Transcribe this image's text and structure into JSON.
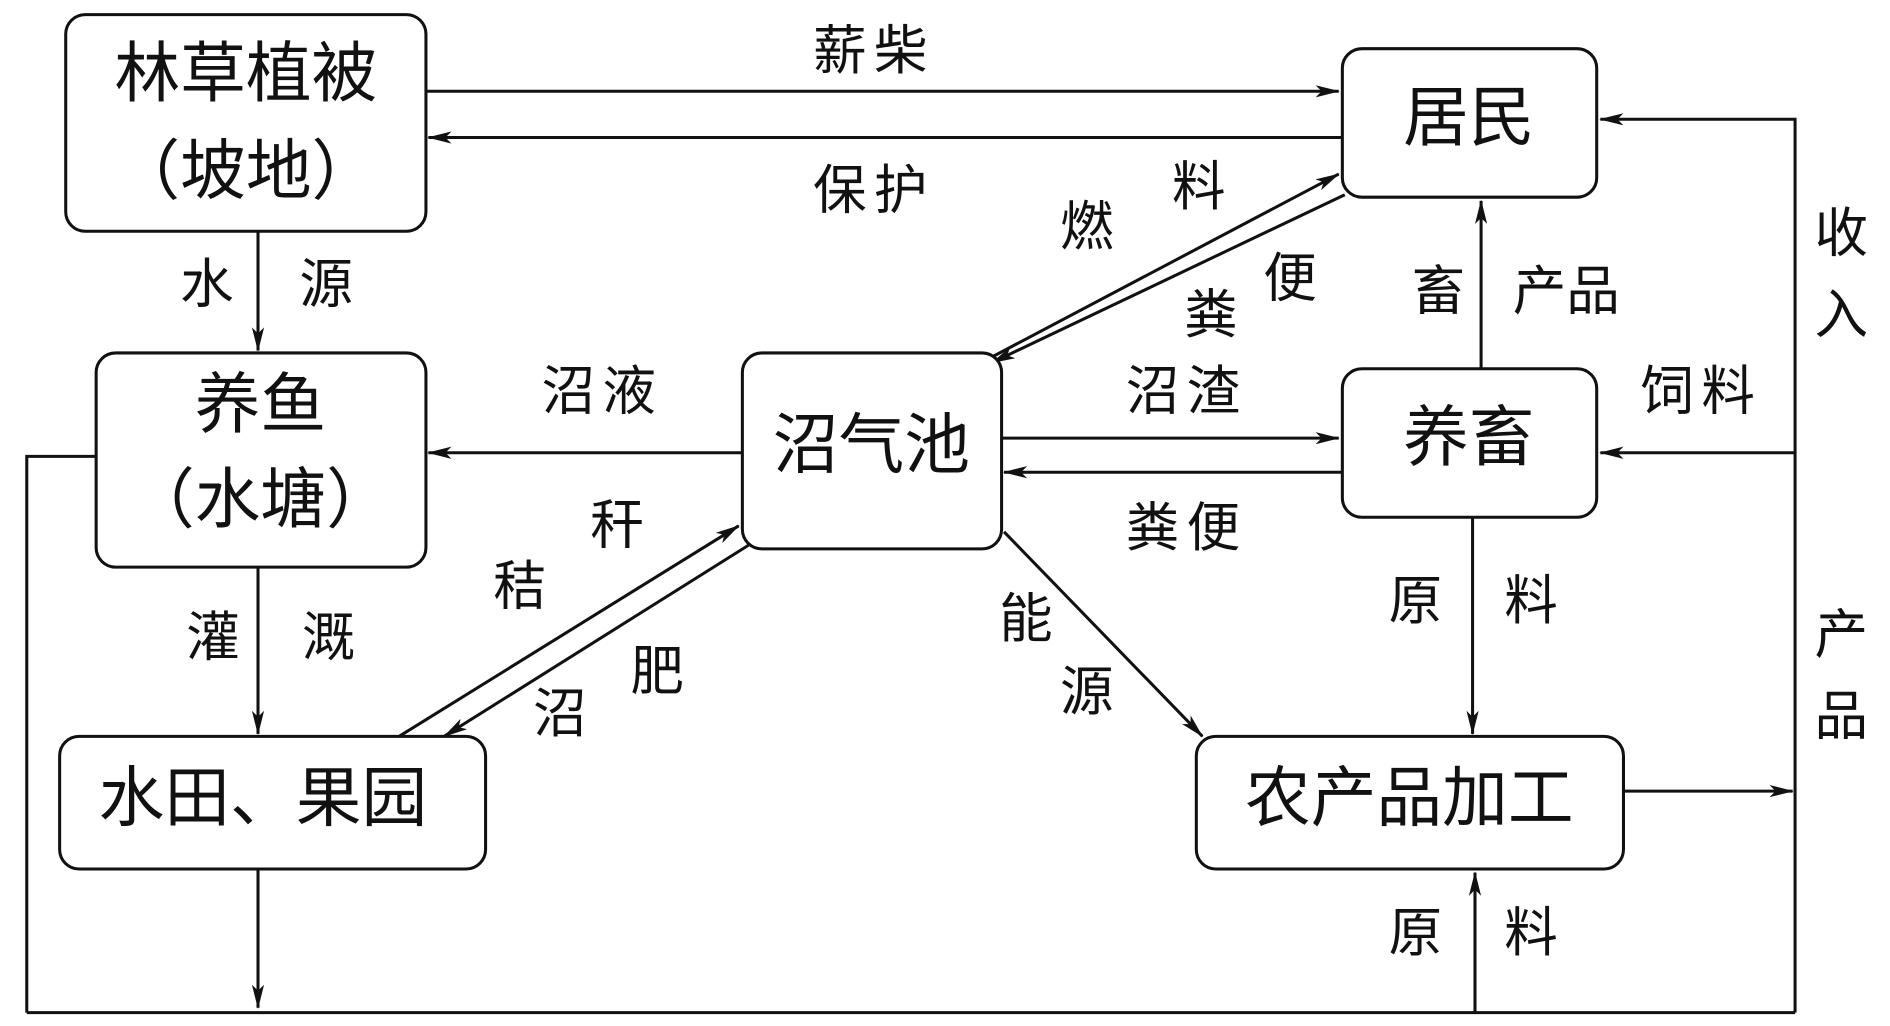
{
  "nodes": {
    "forest": {
      "line1": "林草植被",
      "line2": "（坡地）"
    },
    "residents": {
      "label": "居民"
    },
    "fish": {
      "line1": "养鱼",
      "line2": "（水塘）"
    },
    "biogas": {
      "label": "沼气池"
    },
    "livestock": {
      "label": "养畜"
    },
    "fields": {
      "label": "水田、果园"
    },
    "processing": {
      "label": "农产品加工"
    }
  },
  "edges": {
    "firewood": [
      "薪",
      "柴"
    ],
    "protect": [
      "保",
      "护"
    ],
    "water_source": [
      "水",
      "源"
    ],
    "biogas_liquid": [
      "沼",
      "液"
    ],
    "biogas_residue": [
      "沼",
      "渣"
    ],
    "manure_livestock": [
      "粪",
      "便"
    ],
    "fuel": [
      "燃",
      "料"
    ],
    "manure_residents": [
      "粪",
      "便"
    ],
    "livestock_products": [
      "畜",
      "产品"
    ],
    "feed": [
      "饲",
      "料"
    ],
    "income": [
      "收",
      "入"
    ],
    "products": [
      "产",
      "品"
    ],
    "raw_material_livestock": [
      "原",
      "料"
    ],
    "raw_material_bottom": [
      "原",
      "料"
    ],
    "irrigation": [
      "灌",
      "溉"
    ],
    "straw": [
      "秸",
      "秆"
    ],
    "biogas_fertilizer": [
      "沼",
      "肥"
    ],
    "energy": [
      "能",
      "源"
    ]
  }
}
